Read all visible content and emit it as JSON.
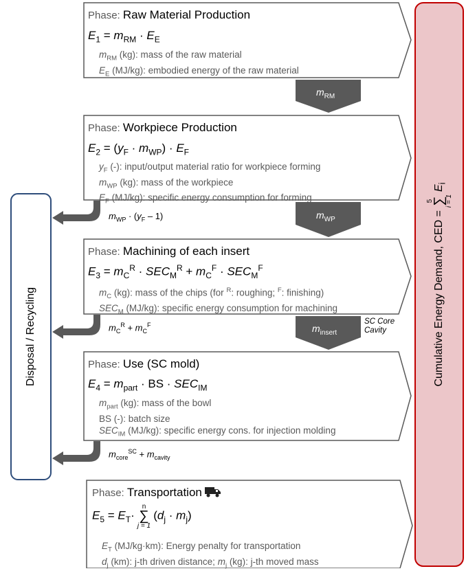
{
  "colors": {
    "box_border": "#595959",
    "arrow_fill": "#595959",
    "ced_fill": "#ecc6c9",
    "ced_border": "#c00000",
    "recycling_border": "#2e4d7b"
  },
  "side": {
    "recycling_label": "Disposal / Recycling",
    "ced_label_prefix": "Cumulative  Energy Demand,  CED = ",
    "ced_sum_upper": "5",
    "ced_sum_lower": "i = 1",
    "ced_sum_var": "E",
    "ced_sum_sub": "i"
  },
  "phase_prefix": "Phase:",
  "phases": [
    {
      "name": "Raw Material Production",
      "eq_lhs": "E",
      "eq_lhs_sub": "1",
      "eq_eq": " = ",
      "eq_t1": "m",
      "eq_t1_sub": "RM",
      "eq_op": " · ",
      "eq_t2": "E",
      "eq_t2_sub": "E",
      "d1_var": "m",
      "d1_sub": "RM",
      "d1_text": " (kg): mass of the raw material",
      "d2_var": "E",
      "d2_sub": "E",
      "d2_text": " (MJ/kg): embodied energy of the raw material"
    },
    {
      "name": "Workpiece Production",
      "eq_lhs": "E",
      "eq_lhs_sub": "2",
      "eq_eq": " = (",
      "eq_t1": "y",
      "eq_t1_sub": "F",
      "eq_op": " · ",
      "eq_t2": "m",
      "eq_t2_sub": "WP",
      "eq_close": ") · ",
      "eq_t3": "E",
      "eq_t3_sub": "F",
      "d1_var": "y",
      "d1_sub": "F",
      "d1_text": " (-): input/output  material ratio for workpiece forming",
      "d2_var": "m",
      "d2_sub": "WP",
      "d2_text": " (kg): mass of the workpiece",
      "d3_var": "E",
      "d3_sub": "F",
      "d3_text": " (MJ/kg): specific energy consumption  for forming"
    },
    {
      "name": "Machining of each insert",
      "eq_lhs": "E",
      "eq_lhs_sub": "3",
      "eq_eq": " = ",
      "eq_t1": "m",
      "eq_t1_sub": "C",
      "eq_t1_sup": "R",
      "eq_op": " · ",
      "eq_t2": "SEC",
      "eq_t2_sub": "M",
      "eq_t2_sup": "R",
      "eq_plus": " + ",
      "eq_t3": "m",
      "eq_t3_sub": "C",
      "eq_t3_sup": "F",
      "eq_op2": " · ",
      "eq_t4": "SEC",
      "eq_t4_sub": "M",
      "eq_t4_sup": "F",
      "d1_var": "m",
      "d1_sub": "C",
      "d1_text_a": " (kg): mass of the chips (for ",
      "d1_supR": "R",
      "d1_text_b": ": roughing;  ",
      "d1_supF": "F",
      "d1_text_c": ": finishing)",
      "d2_var": "SEC",
      "d2_sub": "M",
      "d2_text": " (MJ/kg): specific energy consumption  for machining"
    },
    {
      "name": "Use (SC mold)",
      "eq_lhs": "E",
      "eq_lhs_sub": "4",
      "eq_eq": " = ",
      "eq_t1": "m",
      "eq_t1_sub": "part",
      "eq_op": " · BS · ",
      "eq_t2": "SEC",
      "eq_t2_sub": "IM",
      "d1_var": "m",
      "d1_sub": "part",
      "d1_text": " (kg): mass of the bowl",
      "d2_text": "BS (-): batch size",
      "d3_var": "SEC",
      "d3_sub": "IM",
      "d3_text": " (MJ/kg): specific energy cons. for injection molding"
    },
    {
      "name": "Transportation",
      "icon": "truck-icon",
      "eq_lhs": "E",
      "eq_lhs_sub": "5",
      "eq_eq": " = ",
      "eq_t1": "E",
      "eq_t1_sub": "T",
      "eq_op": "·",
      "sum_upper": "n",
      "sum_lower": "j = 1",
      "eq_paren_open": " (",
      "eq_t2": "d",
      "eq_t2_sub": "j",
      "eq_op2": " · ",
      "eq_t3": "m",
      "eq_t3_sub": "j",
      "eq_paren_close": ")",
      "d1_var": "E",
      "d1_sub": "T",
      "d1_text": " (MJ/kg·km): Energy penalty for transportation",
      "d2_var": "d",
      "d2_sub": "j",
      "d2_text_a": " (km): j-th driven distance;  ",
      "d2_var2": "m",
      "d2_sub2": "j",
      "d2_text_b": " (kg): j-th moved mass"
    }
  ],
  "down_arrows": [
    {
      "var": "m",
      "sub": "RM"
    },
    {
      "var": "m",
      "sub": "WP"
    },
    {
      "var": "m",
      "sub": "insert",
      "side_note_1": "SC Core",
      "side_note_2": "Cavity"
    }
  ],
  "side_flows": [
    {
      "var": "m",
      "sub": "WP",
      "rest": " · (",
      "v2": "y",
      "sub2": "F",
      "end": " – 1)"
    },
    {
      "var": "m",
      "sub": "C",
      "sup": "R",
      "plus": " + ",
      "v2": "m",
      "sub2": "C",
      "sup2": "F"
    },
    {
      "var": "m",
      "sub": "core",
      "sup": "SC",
      "plus": " + ",
      "v2": "m",
      "sub2": "cavity"
    }
  ]
}
